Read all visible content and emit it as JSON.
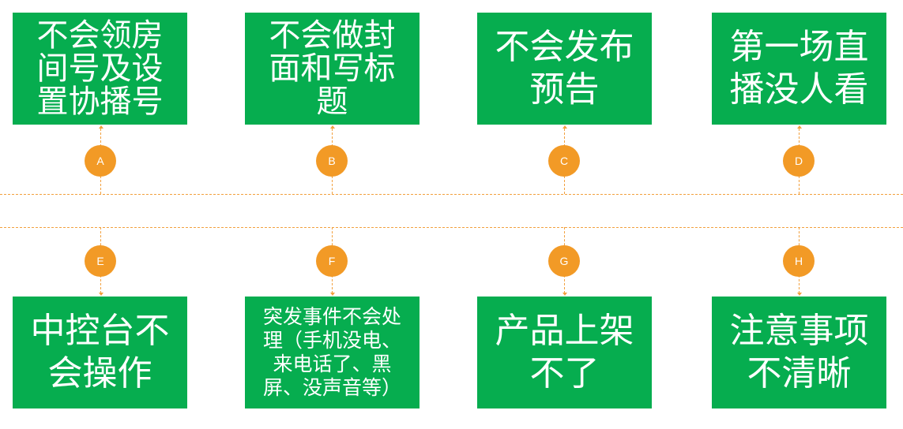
{
  "top_boxes": [
    {
      "label": "不会领房\n间号及设\n置协播号",
      "badge": "A"
    },
    {
      "label": "不会做封\n面和写标\n题",
      "badge": "B"
    },
    {
      "label": "不会发布\n预告",
      "badge": "C"
    },
    {
      "label": "第一场直\n播没人看",
      "badge": "D"
    }
  ],
  "bottom_boxes": [
    {
      "label": "中控台不\n会操作",
      "badge": "E"
    },
    {
      "label": "突发事件不会处\n理（手机没电、\n来电话了、黑\n屏、没声音等）",
      "badge": "F"
    },
    {
      "label": "产品上架\n不了",
      "badge": "G"
    },
    {
      "label": "注意事项\n不清晰",
      "badge": "H"
    }
  ],
  "colors": {
    "box": "#06ad4f",
    "badge": "#f29a26",
    "line": "#f2a03e"
  }
}
